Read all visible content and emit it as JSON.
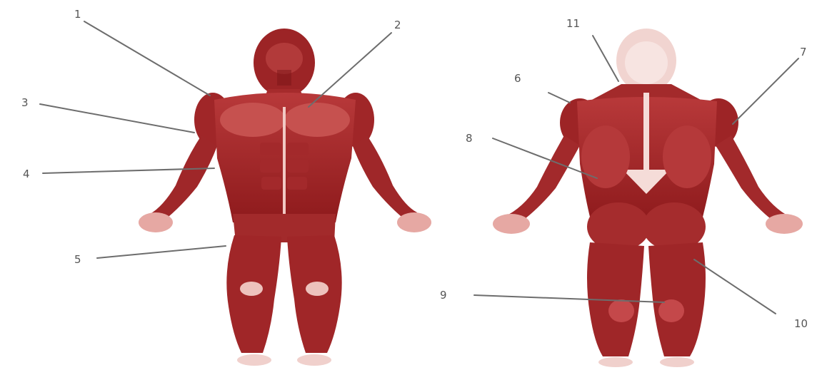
{
  "diagram": {
    "colors": {
      "muscle_dark": "#8e1a1c",
      "muscle_mid": "#b8393a",
      "muscle_light": "#e9a8a4",
      "tendon": "#f5dcd8",
      "leader_line": "#6d6d6d",
      "label_text": "#555555"
    },
    "front_view": {
      "labels": [
        {
          "id": "front-1",
          "text": "1"
        },
        {
          "id": "front-2",
          "text": "2"
        },
        {
          "id": "front-3",
          "text": "3"
        },
        {
          "id": "front-4",
          "text": "4"
        },
        {
          "id": "front-5",
          "text": "5"
        }
      ]
    },
    "back_view": {
      "labels": [
        {
          "id": "back-11",
          "text": "11"
        },
        {
          "id": "back-7",
          "text": "7"
        },
        {
          "id": "back-6",
          "text": "6"
        },
        {
          "id": "back-8",
          "text": "8"
        },
        {
          "id": "back-9",
          "text": "9"
        },
        {
          "id": "back-10",
          "text": "10"
        }
      ]
    }
  }
}
